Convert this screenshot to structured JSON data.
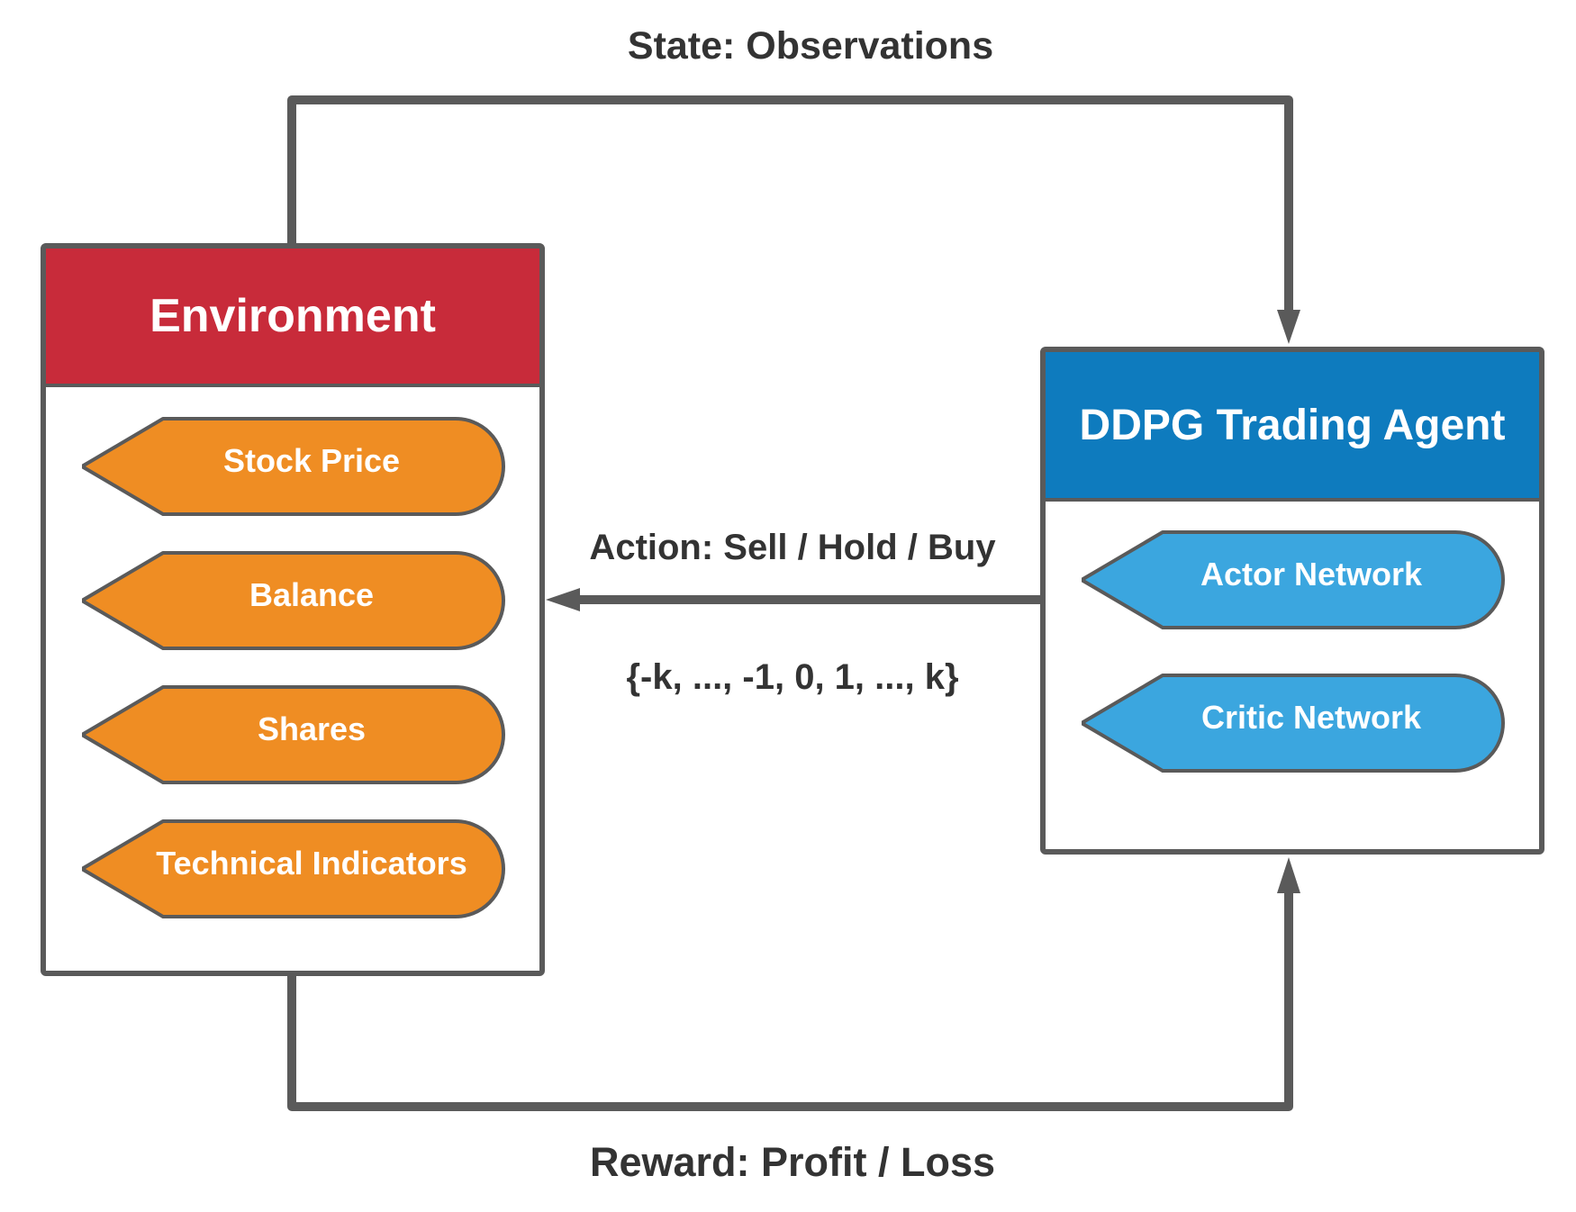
{
  "labels": {
    "state": "State: Observations",
    "action": "Action: Sell / Hold / Buy",
    "action_range": "{-k, ..., -1, 0, 1, ..., k}",
    "reward": "Reward: Profit / Loss"
  },
  "environment": {
    "title": "Environment",
    "items": [
      "Stock Price",
      "Balance",
      "Shares",
      "Technical Indicators"
    ]
  },
  "agent": {
    "title": "DDPG Trading Agent",
    "items": [
      "Actor Network",
      "Critic Network"
    ]
  },
  "colors": {
    "environment_header": "#c82b3a",
    "agent_header": "#0e7bbe",
    "environment_item": "#ef8d23",
    "agent_item": "#3ba6df",
    "line": "#5a5a5a",
    "text": "#333333"
  }
}
